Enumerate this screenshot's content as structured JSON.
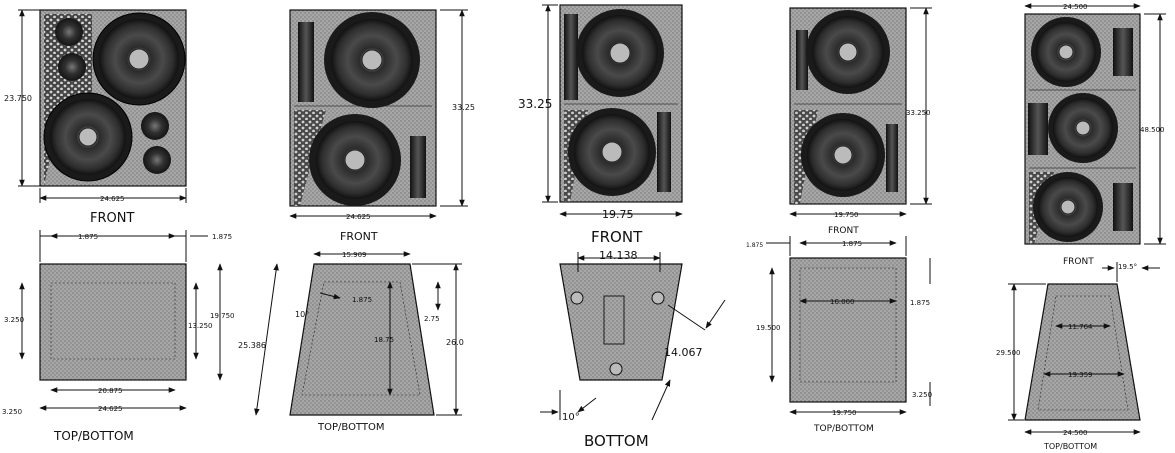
{
  "colors": {
    "panel": "#9a9a9a",
    "panel_light": "#b3b3b3",
    "driver_dark": "#262626",
    "driver_mid": "#5c5c5c",
    "driver_hilite": "#c8c8c8",
    "line": "#111111"
  },
  "icons": [
    "woofer-icon",
    "tweeter-icon",
    "port-icon",
    "screw-hole-icon",
    "connector-plate-icon"
  ],
  "cab1": {
    "front_label": "FRONT",
    "front_height": "23.750",
    "front_width": "24.625",
    "top_label": "TOP/BOTTOM",
    "dim_left_inset": "1.875",
    "dim_right_inset": "1.875",
    "dim_left_depth": "3.250",
    "dim_inner_depth": "13.250",
    "dim_outer_depth": "19.750",
    "dim_inner_width": "20.875",
    "dim_bottom_inset": "3.250",
    "dim_outer_width": "24.625"
  },
  "cab2": {
    "front_label": "FRONT",
    "front_height": "33.25",
    "front_width": "24.625",
    "top_label": "TOP/BOTTOM",
    "dim_top_width": "15.909",
    "dim_side": "25.386",
    "dim_angle": "10°",
    "dim_inset": "1.875",
    "dim_small": "2.75",
    "dim_inner_depth": "18.75",
    "dim_depth": "26.0"
  },
  "cab3": {
    "front_label": "FRONT",
    "front_height": "33.25",
    "front_width": "19.75",
    "bottom_label": "BOTTOM",
    "dim_top_width": "14.138",
    "dim_side": "14.067",
    "dim_angle": "10°"
  },
  "cab4": {
    "front_label": "FRONT",
    "front_height": "33.250",
    "front_width": "19.750",
    "top_label": "TOP/BOTTOM",
    "dim_left_inset": "1.875",
    "dim_mid_inset": "1.875",
    "dim_inner_width": "16.000",
    "dim_right_inset": "1.875",
    "dim_depth": "19.500",
    "dim_back_inset": "3.250",
    "dim_outer_width": "19.750"
  },
  "cab5": {
    "front_label": "FRONT",
    "front_width": "24.500",
    "front_height": "48.500",
    "dim_angle": "19.5°",
    "dim_depth": "29.500",
    "dim_inner_narrow": "11.764",
    "dim_inner_wide": "19.359",
    "dim_outer_width": "24.500",
    "top_label": "TOP/BOTTOM"
  }
}
